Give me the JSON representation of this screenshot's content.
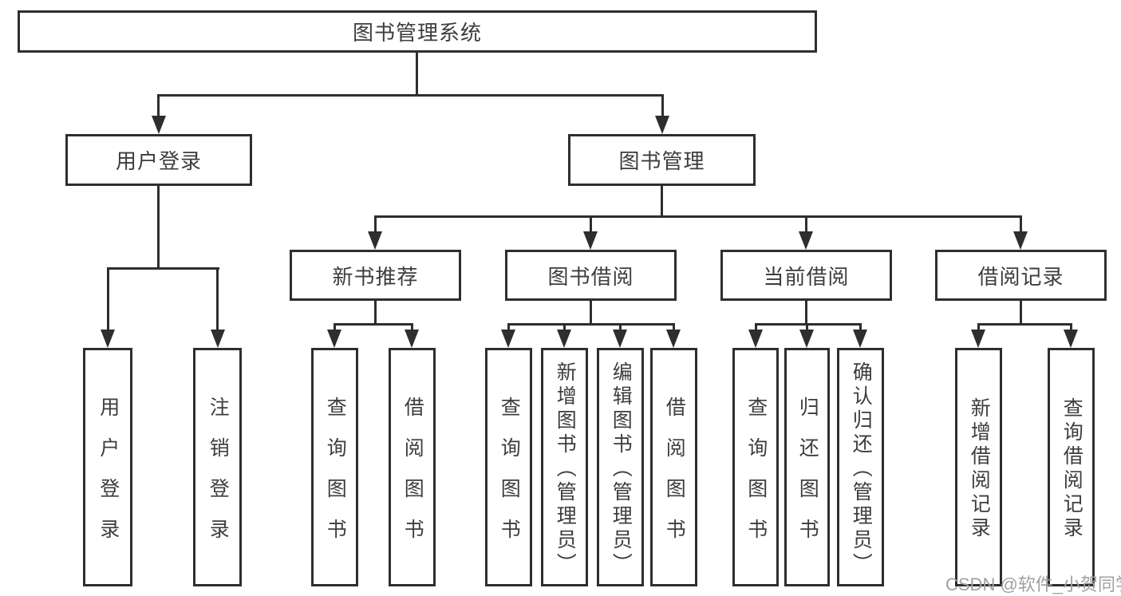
{
  "tree": {
    "root": {
      "label": "图书管理系统"
    },
    "branches": [
      {
        "label": "用户登录",
        "children": [
          {
            "label": "用户登录"
          },
          {
            "label": "注销登录"
          }
        ]
      },
      {
        "label": "图书管理",
        "groups": [
          {
            "label": "新书推荐",
            "children": [
              {
                "label": "查询图书"
              },
              {
                "label": "借阅图书"
              }
            ]
          },
          {
            "label": "图书借阅",
            "children": [
              {
                "label": "查询图书"
              },
              {
                "label": "新增图书（管理员）"
              },
              {
                "label": "编辑图书（管理员）"
              },
              {
                "label": "借阅图书"
              }
            ]
          },
          {
            "label": "当前借阅",
            "children": [
              {
                "label": "查询图书"
              },
              {
                "label": "归还图书"
              },
              {
                "label": "确认归还（管理员）"
              }
            ]
          },
          {
            "label": "借阅记录",
            "children": [
              {
                "label": "新增借阅记录"
              },
              {
                "label": "查询借阅记录"
              }
            ]
          }
        ]
      }
    ]
  },
  "watermark": {
    "text": "CSDN @软件_小贺同学"
  },
  "colors": {
    "line": "#2e2e2e",
    "text": "#3d3d3d",
    "watermark": "#9fa0a4",
    "background": "#ffffff"
  }
}
